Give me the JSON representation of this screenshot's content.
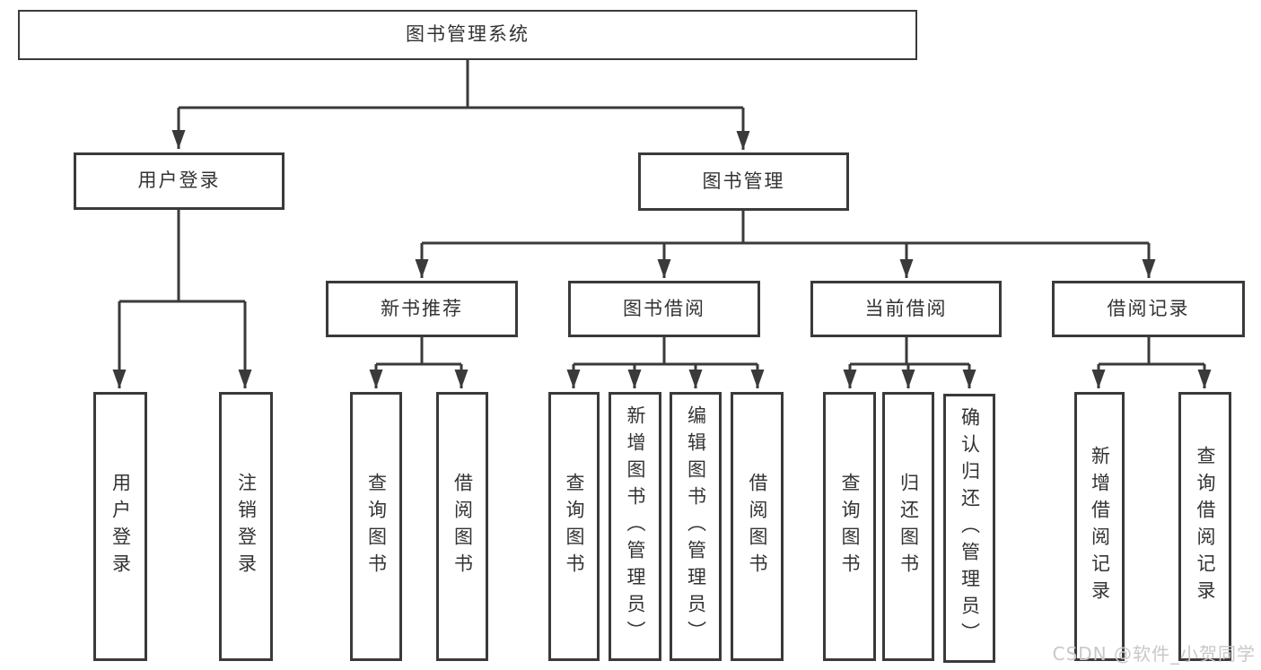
{
  "diagram": {
    "type": "hierarchy-tree",
    "colors": {
      "line": "#3a3a3a",
      "box_border": "#3a3a3a",
      "text": "#333333",
      "background": "#ffffff"
    },
    "tree": {
      "root": {
        "label": "图书管理系统"
      },
      "branches": [
        {
          "label": "用户登录",
          "children": [
            {
              "label": "用户登录"
            },
            {
              "label": "注销登录"
            }
          ]
        },
        {
          "label": "图书管理",
          "children": [
            {
              "label": "新书推荐",
              "children": [
                {
                  "label": "查询图书"
                },
                {
                  "label": "借阅图书"
                }
              ]
            },
            {
              "label": "图书借阅",
              "children": [
                {
                  "label": "查询图书"
                },
                {
                  "label": "新增图书（管理员）"
                },
                {
                  "label": "编辑图书（管理员）"
                },
                {
                  "label": "借阅图书"
                }
              ]
            },
            {
              "label": "当前借阅",
              "children": [
                {
                  "label": "查询图书"
                },
                {
                  "label": "归还图书"
                },
                {
                  "label": "确认归还（管理员）"
                }
              ]
            },
            {
              "label": "借阅记录",
              "children": [
                {
                  "label": "新增借阅记录"
                },
                {
                  "label": "查询借阅记录"
                }
              ]
            }
          ]
        }
      ]
    }
  },
  "watermark": {
    "text": "CSDN @软件_小贺同学",
    "color": "#c8c8c8"
  }
}
